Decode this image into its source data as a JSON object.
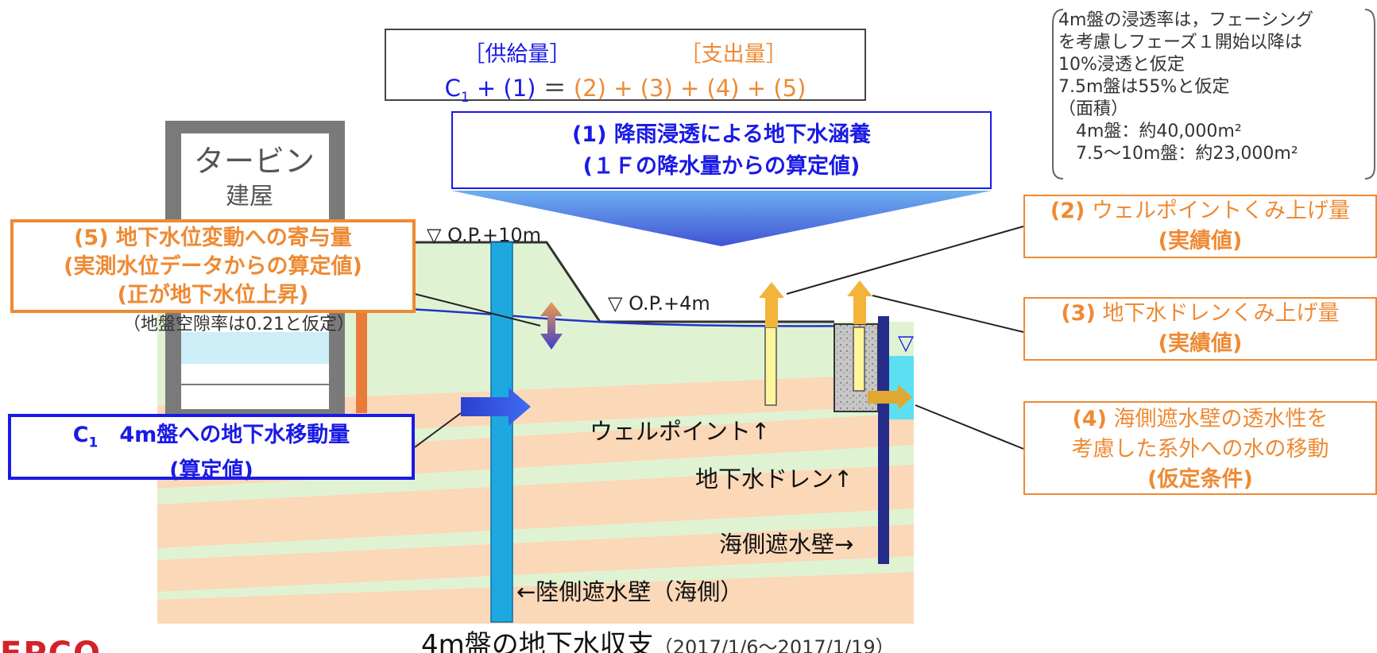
{
  "formula": {
    "supply_label": "［供給量］",
    "expense_label": "［支出量］",
    "c1": "C",
    "c1_sub": "1",
    "plus1": " + (1)",
    "equals": " ＝ ",
    "terms": "(2) + (3) + (4) + (5)"
  },
  "rain": {
    "line1_num": "(1)",
    "line1": " 降雨浸透による地下水涵養",
    "line2": "(１Ｆの降水量からの算定値)"
  },
  "note": {
    "lines": [
      "4m盤の浸透率は，フェーシング",
      "を考慮しフェーズ１開始以降は",
      "10%浸透と仮定",
      "7.5m盤は55%と仮定",
      "（面積）",
      "　4m盤：約40,000m²",
      "　7.5～10m盤：約23,000m²"
    ]
  },
  "level_box": {
    "num": "(5)",
    "line1": " 地下水位変動への寄与量",
    "line2": "(実測水位データからの算定値)",
    "line3": "(正が地下水位上昇)"
  },
  "porosity_note": "（地盤空隙率は0.21と仮定）",
  "c1_box": {
    "c": "C",
    "sub": "1",
    "line1": "　4m盤への地下水移動量",
    "line2": "(算定値)"
  },
  "wellpoint_box": {
    "num": "(2)",
    "line1": " ウェルポイントくみ上げ量",
    "line2": "(実績値)"
  },
  "drain_box": {
    "num": "(3)",
    "line1": " 地下水ドレンくみ上げ量",
    "line2": "(実績値)"
  },
  "seawall_box": {
    "num": "(4)",
    "line1": " 海側遮水壁の透水性を",
    "line2": "考慮した系外への水の移動",
    "line3": "(仮定条件)"
  },
  "building": {
    "line1": "タービン",
    "line2": "建屋"
  },
  "levels": {
    "op10": "▽ O.P.+10m",
    "op4": "▽ O.P.+4m"
  },
  "labels": {
    "wellpoint": "ウェルポイント↑",
    "drain": "地下水ドレン↑",
    "seawall": "海側遮水壁→",
    "landwall": "←陸側遮水壁（海側）"
  },
  "caption": {
    "main": "4m盤の地下水収支",
    "period": "（2017/1/6～2017/1/19）"
  },
  "logo_fragment": "EPCO",
  "colors": {
    "blue": "#1a1ae6",
    "orange": "#ee8a33",
    "ground_green": "#dff3d3",
    "ground_orange": "#fbd8b8",
    "land_wall": "#1ea8e0",
    "sea_wall": "#262c8a",
    "sea": "#5cdff2"
  }
}
